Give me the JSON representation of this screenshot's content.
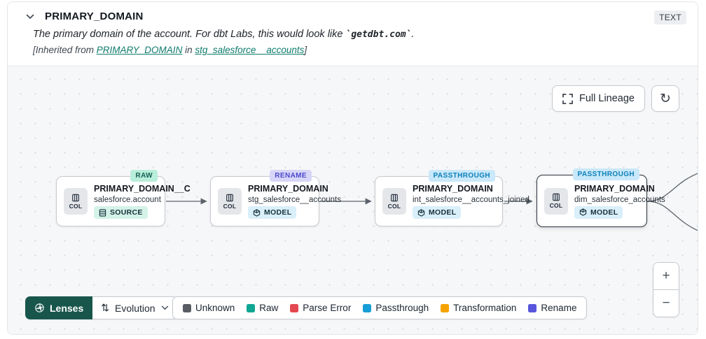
{
  "header": {
    "title": "PRIMARY_DOMAIN",
    "type_badge": "TEXT",
    "desc_prefix": "The primary domain of the account. For dbt Labs, this would look like ",
    "desc_code": "`getdbt.com`",
    "desc_suffix": ".",
    "inherit_prefix": "[Inherited from ",
    "inherit_link_column": "PRIMARY_DOMAIN",
    "inherit_middle": " in ",
    "inherit_link_model": "stg_salesforce__accounts",
    "inherit_suffix": "]"
  },
  "canvas": {
    "full_lineage_label": "Full Lineage",
    "refresh_icon": "↻",
    "nodes": [
      {
        "badge": "RAW",
        "title": "PRIMARY_DOMAIN__C",
        "subtitle": "salesforce.account",
        "kind": "SOURCE",
        "col_label": "COL",
        "selected": false
      },
      {
        "badge": "RENAME",
        "title": "PRIMARY_DOMAIN",
        "subtitle": "stg_salesforce__accounts",
        "kind": "MODEL",
        "col_label": "COL",
        "selected": false
      },
      {
        "badge": "PASSTHROUGH",
        "title": "PRIMARY_DOMAIN",
        "subtitle": "int_salesforce__accounts_joined",
        "kind": "MODEL",
        "col_label": "COL",
        "selected": false
      },
      {
        "badge": "PASSTHROUGH",
        "title": "PRIMARY_DOMAIN",
        "subtitle": "dim_salesforce_accounts",
        "kind": "MODEL",
        "col_label": "COL",
        "selected": true
      }
    ]
  },
  "toolbar": {
    "lenses_label": "Lenses",
    "lens_selected": "Evolution",
    "evolution_glyph": "⇅"
  },
  "legend": {
    "items": [
      {
        "label": "Unknown",
        "color": "#595c62"
      },
      {
        "label": "Raw",
        "color": "#0fa693"
      },
      {
        "label": "Parse Error",
        "color": "#e34850"
      },
      {
        "label": "Passthrough",
        "color": "#169fd6"
      },
      {
        "label": "Transformation",
        "color": "#f5a300"
      },
      {
        "label": "Rename",
        "color": "#5a55dd"
      }
    ]
  },
  "zoom_controls": {
    "zoom_in": "+",
    "zoom_out": "−"
  }
}
